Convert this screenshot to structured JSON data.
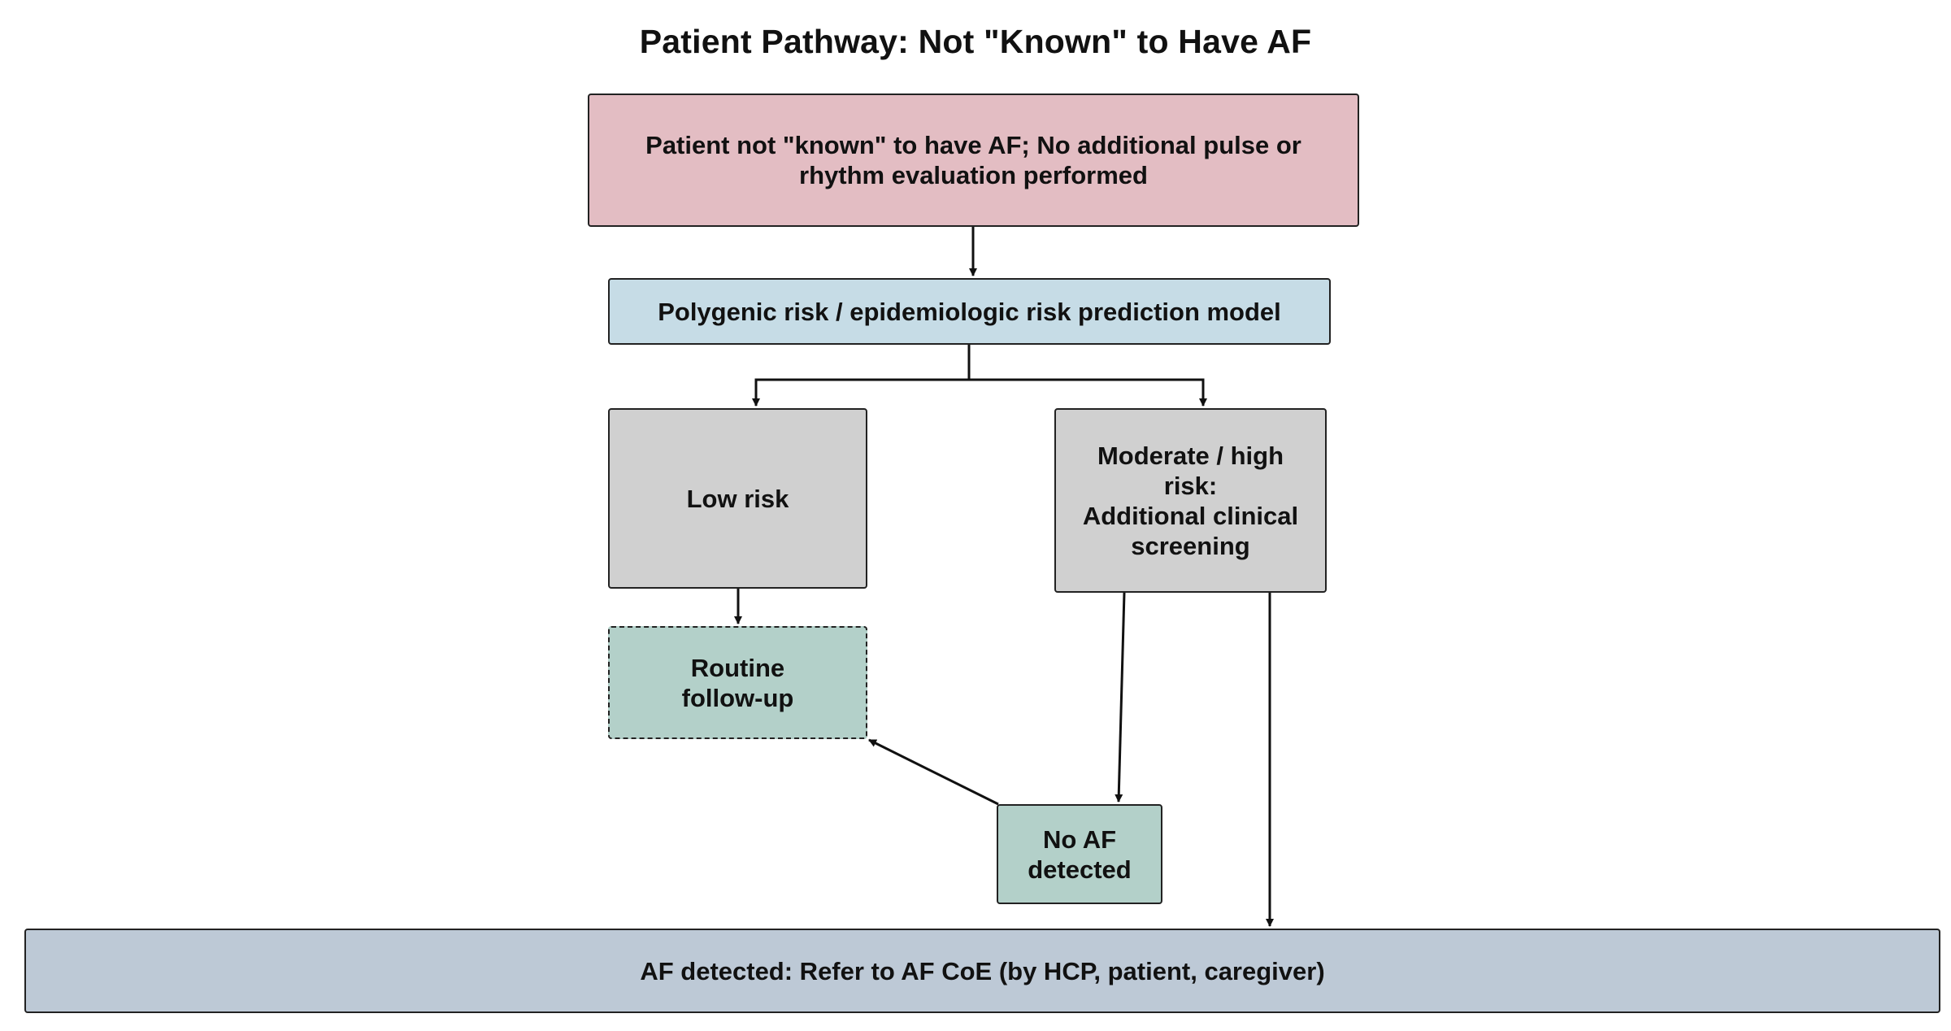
{
  "title": "Patient Pathway: Not \"Known\" to Have AF",
  "nodes": {
    "start": {
      "label": "Patient not \"known\" to have AF;  No additional pulse or rhythm evaluation performed",
      "fill": "#e3bdc3"
    },
    "model": {
      "label": "Polygenic risk / epidemiologic risk prediction model",
      "fill": "#c6dce6"
    },
    "low_risk": {
      "label": "Low risk",
      "fill": "#d0d0d0"
    },
    "moderate_high": {
      "label": "Moderate / high risk:\nAdditional clinical\nscreening",
      "fill": "#d0d0d0"
    },
    "routine": {
      "label": "Routine\nfollow-up",
      "fill": "#b3d0c9"
    },
    "no_af": {
      "label": "No AF\ndetected",
      "fill": "#b3d0c9"
    },
    "refer": {
      "label": "AF detected: Refer to AF CoE (by HCP, patient, caregiver)",
      "fill": "#bdc9d6"
    }
  },
  "edges": [
    {
      "from": "start",
      "to": "model"
    },
    {
      "from": "model",
      "to": "low_risk"
    },
    {
      "from": "model",
      "to": "moderate_high"
    },
    {
      "from": "low_risk",
      "to": "routine"
    },
    {
      "from": "moderate_high",
      "to": "no_af"
    },
    {
      "from": "moderate_high",
      "to": "refer"
    },
    {
      "from": "no_af",
      "to": "routine"
    }
  ],
  "colors": {
    "line": "#111111",
    "border": "#222222"
  }
}
